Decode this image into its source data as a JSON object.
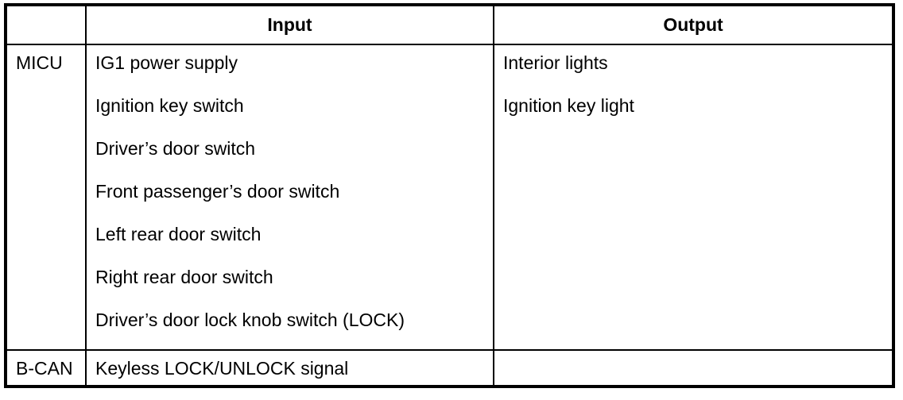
{
  "page": {
    "background_color": "#ffffff",
    "border_color": "#000000",
    "text_color": "#000000"
  },
  "table": {
    "headers": {
      "corner": "",
      "input": "Input",
      "output": "Output"
    },
    "rows": [
      {
        "source": "MICU",
        "inputs": [
          "IG1 power supply",
          "Ignition key switch",
          "Driver’s door switch",
          "Front passenger’s door switch",
          "Left rear door switch",
          "Right rear door switch",
          "Driver’s door lock knob switch (LOCK)"
        ],
        "outputs": [
          "Interior lights",
          "Ignition key light"
        ]
      },
      {
        "source": "B-CAN",
        "inputs": [
          "Keyless LOCK/UNLOCK signal"
        ],
        "outputs": []
      }
    ]
  }
}
